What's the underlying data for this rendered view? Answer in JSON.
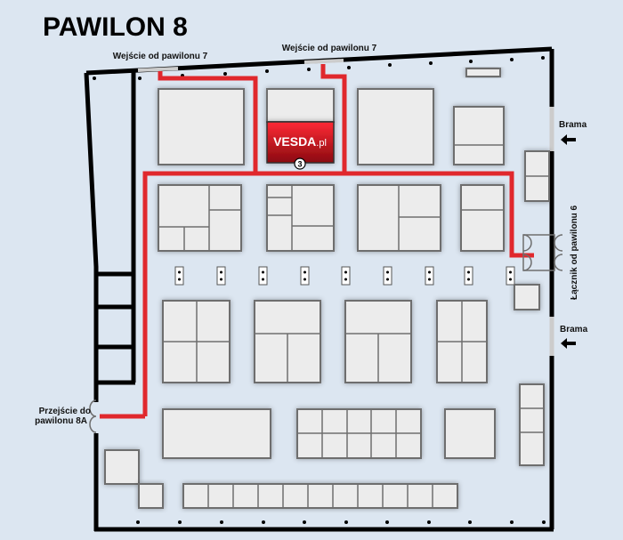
{
  "title": "PAWILON 8",
  "labels": {
    "entrance_left": "Wejście od pawilonu 7",
    "entrance_right": "Wejście od pawilonu 7",
    "gate_top": "Brama",
    "gate_bottom": "Brama",
    "connector": "Łącznik od pawilonu 6",
    "passage_line1": "Przejście do",
    "passage_line2": "pawilonu 8A"
  },
  "exhibitor": {
    "name": "VESDA",
    "suffix": ".pl",
    "stand_number": "3",
    "color": "#d0141c"
  },
  "colors": {
    "route": "#e0282d",
    "background": "#dce6f1",
    "stand": "#ececec"
  }
}
